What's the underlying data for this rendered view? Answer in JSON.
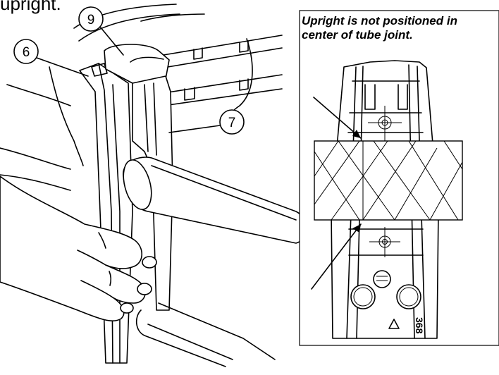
{
  "heading": {
    "text": "upright."
  },
  "inset": {
    "caption_line1": "Upright is not positioned in",
    "caption_line2": "center of tube joint.",
    "part_marking": "368"
  },
  "callouts": [
    {
      "id": "6"
    },
    {
      "id": "9"
    },
    {
      "id": "7"
    }
  ]
}
